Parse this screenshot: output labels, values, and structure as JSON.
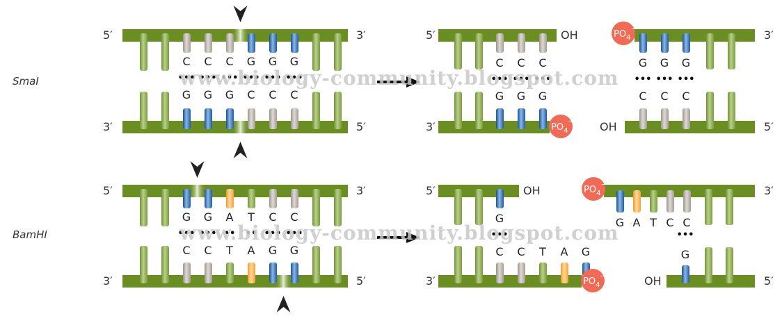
{
  "colors": {
    "backbone": "#6b8e23",
    "green_base": "#8aab4c",
    "C": "#a9a39b",
    "G": "#1c5fa8",
    "A": "#f5a030",
    "T": "#8aab4c",
    "po4": "#f06a55",
    "arrow": "#111111"
  },
  "labels": {
    "five_prime": "5′",
    "three_prime": "3′",
    "oh": "OH",
    "po4": "PO",
    "po4_sub": "4",
    "po4_sup": "−",
    "hbond": "•••",
    "hbond2": "••"
  },
  "watermark": "www.biology-community.blogspot.com",
  "enzymes": [
    {
      "name": "SmaI",
      "top_strand": [
        "C",
        "C",
        "C",
        "G",
        "G",
        "G"
      ],
      "bottom_strand": [
        "G",
        "G",
        "G",
        "C",
        "C",
        "C"
      ],
      "cut": "blunt",
      "products": {
        "left": {
          "top": [
            "C",
            "C",
            "C"
          ],
          "bottom": [
            "G",
            "G",
            "G"
          ],
          "top_end": "OH",
          "bottom_end": "PO4-"
        },
        "right": {
          "top": [
            "G",
            "G",
            "G"
          ],
          "bottom": [
            "C",
            "C",
            "C"
          ],
          "top_end": "PO4-",
          "bottom_end": "OH"
        }
      }
    },
    {
      "name": "BamHI",
      "top_strand": [
        "G",
        "G",
        "A",
        "T",
        "C",
        "C"
      ],
      "bottom_strand": [
        "C",
        "C",
        "T",
        "A",
        "G",
        "G"
      ],
      "cut": "sticky",
      "products": {
        "left": {
          "top": [
            "G"
          ],
          "bottom": [
            "C",
            "C",
            "T",
            "A",
            "G"
          ],
          "top_end": "OH",
          "bottom_end": "PO4-"
        },
        "right": {
          "top": [
            "G",
            "A",
            "T",
            "C",
            "C"
          ],
          "bottom": [
            "G"
          ],
          "top_end": "PO4-",
          "bottom_end": "OH"
        }
      }
    }
  ]
}
